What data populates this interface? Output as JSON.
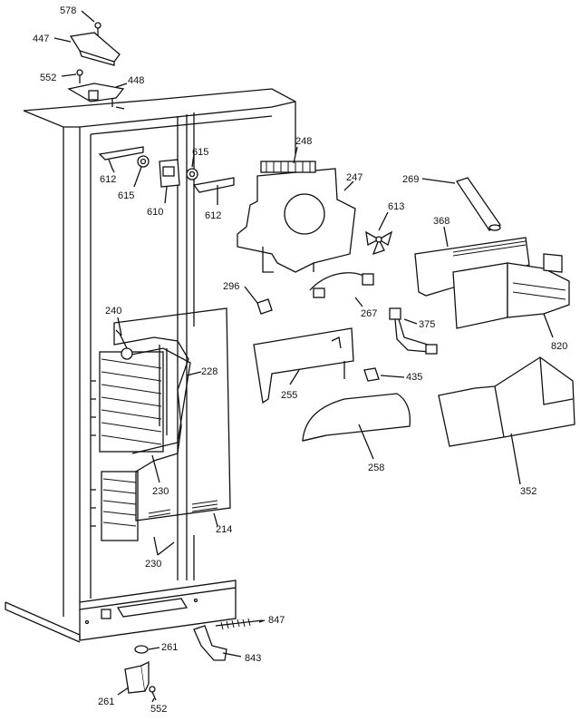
{
  "labels": {
    "p578": "578",
    "p447": "447",
    "p552a": "552",
    "p448": "448",
    "p248": "248",
    "p615a": "615",
    "p612a": "612",
    "p615b": "615",
    "p610": "610",
    "p612b": "612",
    "p247": "247",
    "p269": "269",
    "p613": "613",
    "p368": "368",
    "p296": "296",
    "p267": "267",
    "p375": "375",
    "p240": "240",
    "p228": "228",
    "p820": "820",
    "p255": "255",
    "p435": "435",
    "p258": "258",
    "p352": "352",
    "p230a": "230",
    "p214": "214",
    "p230b": "230",
    "p847": "847",
    "p261a": "261",
    "p843": "843",
    "p261b": "261",
    "p552b": "552"
  }
}
